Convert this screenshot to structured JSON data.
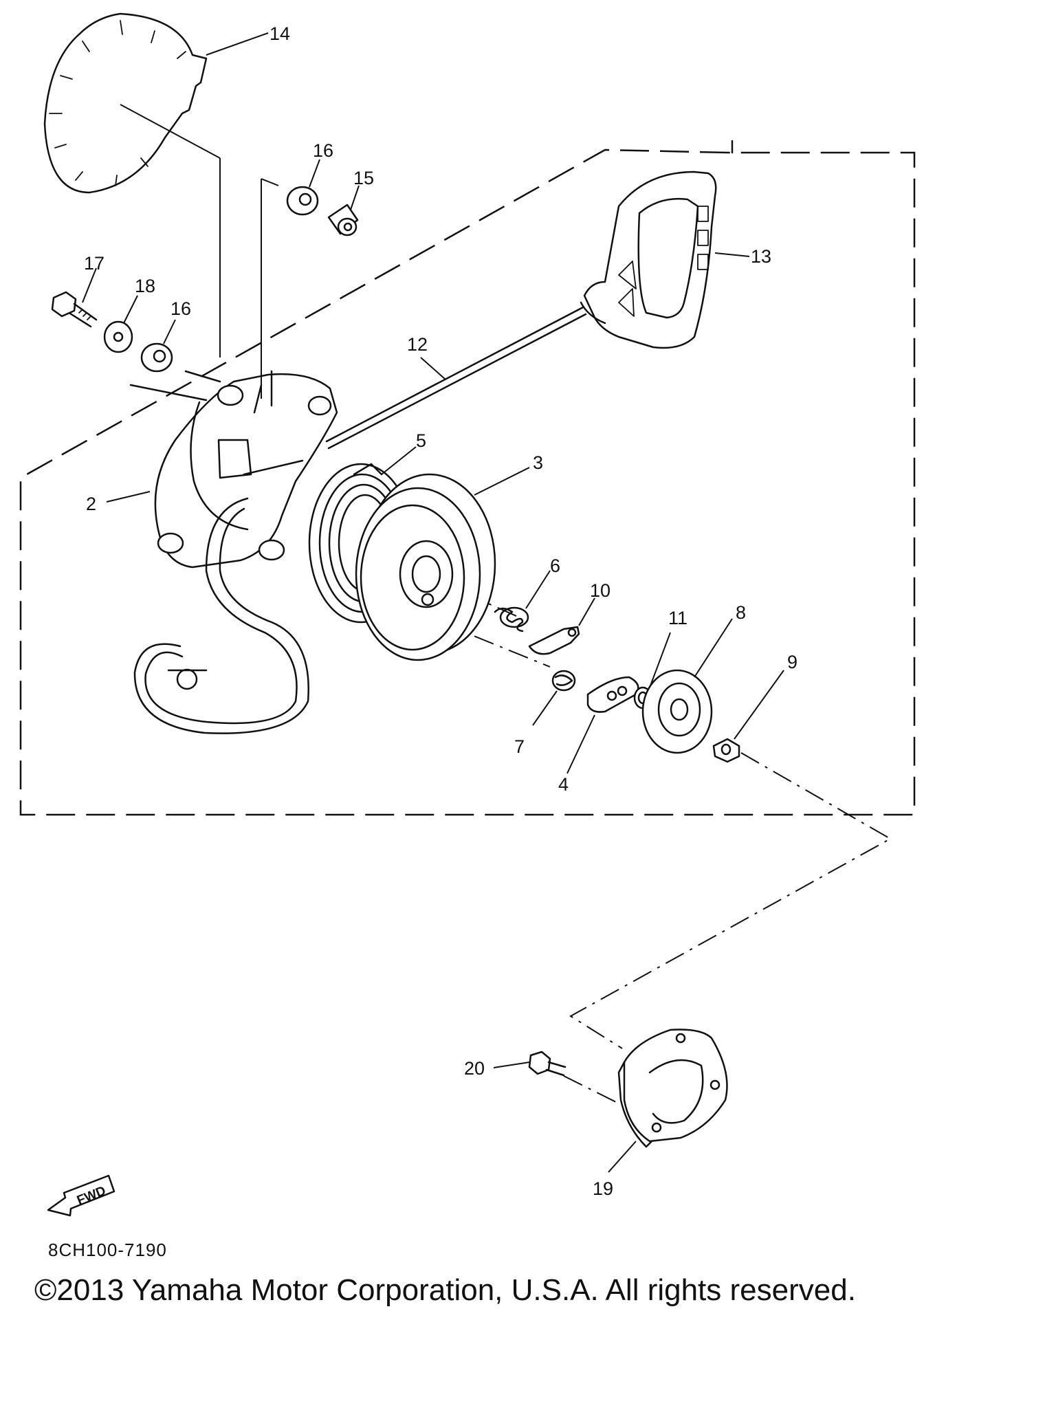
{
  "callouts": [
    {
      "id": "2",
      "text": "2"
    },
    {
      "id": "3",
      "text": "3"
    },
    {
      "id": "4",
      "text": "4"
    },
    {
      "id": "5",
      "text": "5"
    },
    {
      "id": "6",
      "text": "6"
    },
    {
      "id": "7",
      "text": "7"
    },
    {
      "id": "8",
      "text": "8"
    },
    {
      "id": "9",
      "text": "9"
    },
    {
      "id": "10",
      "text": "10"
    },
    {
      "id": "11",
      "text": "11"
    },
    {
      "id": "12",
      "text": "12"
    },
    {
      "id": "13",
      "text": "13"
    },
    {
      "id": "14",
      "text": "14"
    },
    {
      "id": "15",
      "text": "15"
    },
    {
      "id": "16a",
      "text": "16"
    },
    {
      "id": "16b",
      "text": "16"
    },
    {
      "id": "17",
      "text": "17"
    },
    {
      "id": "18",
      "text": "18"
    },
    {
      "id": "19",
      "text": "19"
    },
    {
      "id": "20",
      "text": "20"
    }
  ],
  "fwd_label": "FWD",
  "diagram_code": "8CH100-7190",
  "copyright": "©2013 Yamaha Motor Corporation, U.S.A. All rights reserved."
}
